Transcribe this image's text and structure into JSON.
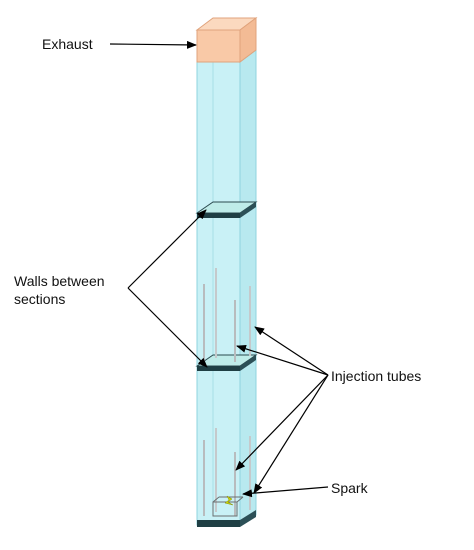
{
  "labels": {
    "exhaust": "Exhaust",
    "walls_line1": "Walls between",
    "walls_line2": "sections",
    "injection_tubes": "Injection tubes",
    "spark": "Spark"
  },
  "colors": {
    "exhaust_fill": "#f9c9a7",
    "exhaust_edge": "#e0a37c",
    "tube_fill": "#c9f1f6",
    "tube_edge": "#8fd4df",
    "wall_dark": "#1f3f44",
    "wall_light": "#bfece9",
    "injection_tube": "#b8bcbe",
    "spark": "#c9d40a",
    "arrow": "#000000"
  },
  "icons": {
    "spark": "spark-icon"
  }
}
